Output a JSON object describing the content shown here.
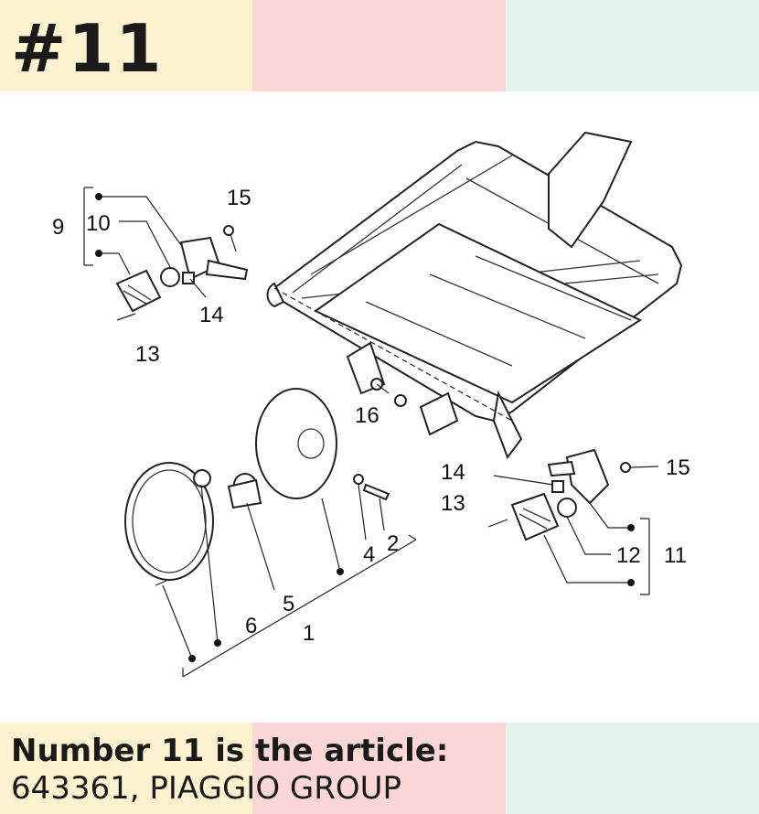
{
  "header": {
    "page_number": "#11"
  },
  "caption": {
    "title": "Number 11 is the article:",
    "subtitle": "643361, PIAGGIO GROUP"
  },
  "callouts": {
    "c9": "9",
    "c10": "10",
    "c15a": "15",
    "c14a": "14",
    "c13a": "13",
    "c16": "16",
    "c14b": "14",
    "c15b": "15",
    "c13b": "13",
    "c12": "12",
    "c11": "11",
    "c4": "4",
    "c2": "2",
    "c5": "5",
    "c6": "6",
    "c1": "1"
  },
  "colors": {
    "band_yellow": "#fdf2d0",
    "band_pink": "#fbd8d6",
    "band_mint": "#e3f4ee",
    "line": "#222222"
  }
}
